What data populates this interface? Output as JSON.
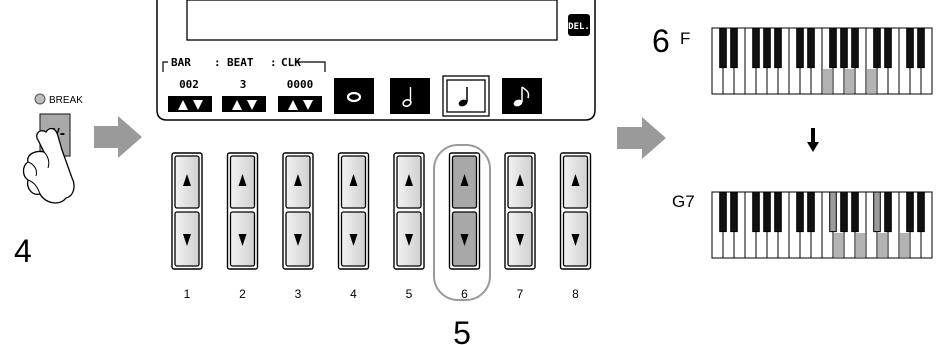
{
  "break_button": {
    "label": "BREAK",
    "step": "4"
  },
  "lcd": {
    "del_label": "DEL.",
    "fields": [
      {
        "header": "BAR",
        "value": "002"
      },
      {
        "header": "BEAT",
        "value": "3"
      },
      {
        "header": "CLK",
        "value": "0000"
      }
    ],
    "header_separator": ":",
    "note_buttons": [
      "whole-note-icon",
      "half-note-icon",
      "quarter-note-icon",
      "eighth-note-icon"
    ],
    "selected_note_index": 2
  },
  "slider_buttons": {
    "numbers": [
      "1",
      "2",
      "3",
      "4",
      "5",
      "6",
      "7",
      "8"
    ],
    "highlighted_index": 5,
    "step": "5"
  },
  "chords": {
    "step": "6",
    "first": {
      "name": "F"
    },
    "second": {
      "name": "G7"
    }
  },
  "colors": {
    "lcd_bg": "#ffffff",
    "highlight_key": "#b3b3b3",
    "arrow": "#9a9a9a",
    "black": "#1a1a1a"
  }
}
